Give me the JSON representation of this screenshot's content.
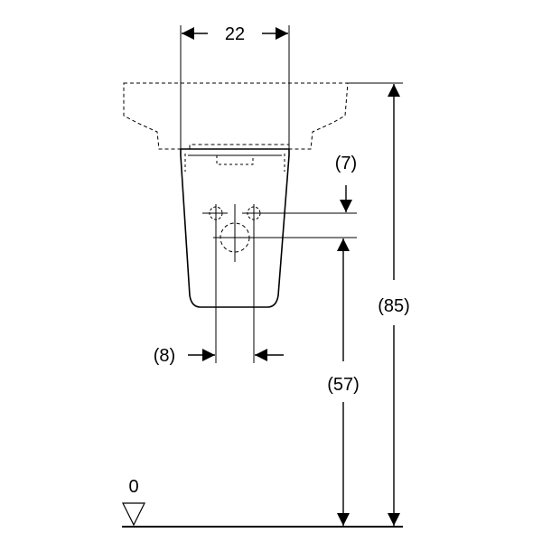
{
  "dimensions": {
    "width_top": "22",
    "offset_right": "(7)",
    "total_height": "(85)",
    "pipe_spacing": "(8)",
    "outlet_height": "(57)",
    "floor_level": "0"
  }
}
